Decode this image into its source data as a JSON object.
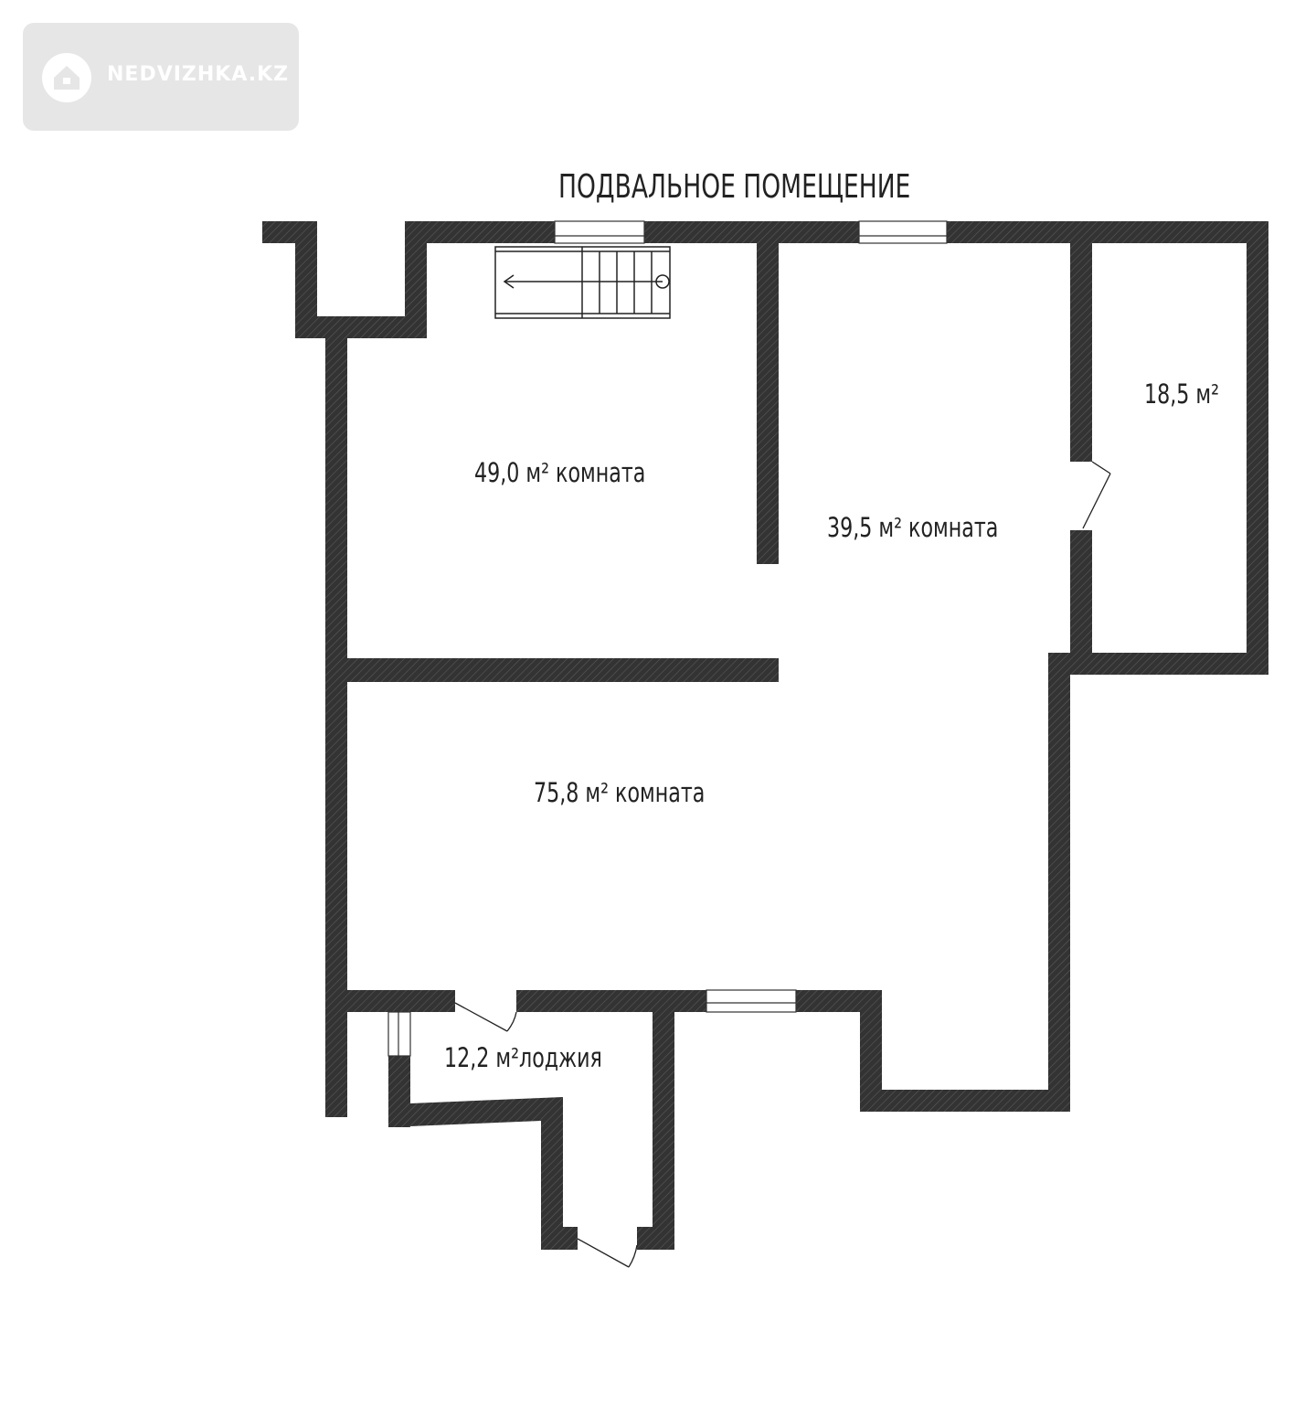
{
  "logo": {
    "text": "NEDVIZHKA.KZ",
    "icon": "house-icon"
  },
  "plan": {
    "title": "ПОДВАЛЬНОЕ ПОМЕЩЕНИЕ",
    "rooms": [
      {
        "label": "49,0 м² комната"
      },
      {
        "label": "39,5 м² комната"
      },
      {
        "label": "18,5 м²"
      },
      {
        "label": "75,8 м² комната"
      },
      {
        "label": "12,2 м²лоджия"
      }
    ]
  },
  "colors": {
    "wall": "#333333",
    "logo_bg": "#e6e6e6"
  }
}
